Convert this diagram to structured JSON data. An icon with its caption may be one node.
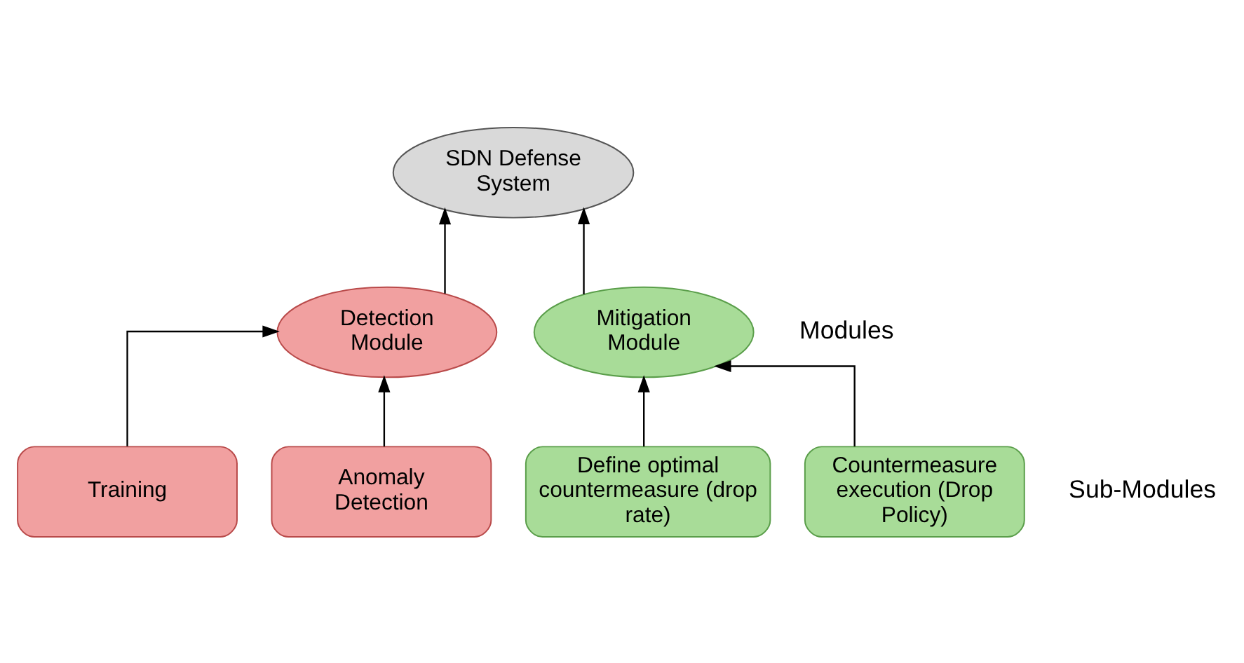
{
  "diagram": {
    "nodes": [
      {
        "text": [
          "SDN Defense System"
        ]
      },
      {
        "text": [
          "Detection Module"
        ]
      },
      {
        "text": [
          "Mitigation Module"
        ]
      },
      {
        "text": [
          "Training"
        ]
      },
      {
        "text": [
          "Anomaly Detection"
        ]
      },
      {
        "text": [
          "Define optimal countermeasure (drop rate)"
        ]
      },
      {
        "text": [
          "Countermeasure execution (Drop Policy)"
        ]
      }
    ],
    "edges": [
      {
        "from": 1,
        "to": 0,
        "arrow": "to"
      },
      {
        "from": 2,
        "to": 0,
        "arrow": "to"
      },
      {
        "from": 3,
        "to": 1,
        "arrow": "to"
      },
      {
        "from": 4,
        "to": 1,
        "arrow": "to"
      },
      {
        "from": 5,
        "to": 2,
        "arrow": "to"
      },
      {
        "from": 6,
        "to": 2,
        "arrow": "to"
      }
    ],
    "labels": [
      "Modules",
      "Sub-Modules"
    ]
  }
}
